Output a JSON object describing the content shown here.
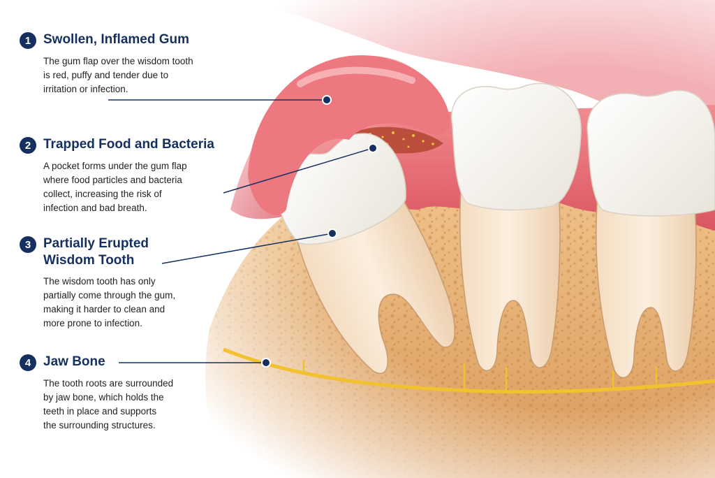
{
  "callouts": [
    {
      "number": "1",
      "title": "Swollen, Inflamed Gum",
      "description": "The gum flap over the wisdom tooth\nis red, puffy and tender due to\nirritation or infection."
    },
    {
      "number": "2",
      "title": "Trapped Food and Bacteria",
      "description": "A pocket forms under the gum flap\nwhere food particles and bacteria\ncollect, increasing the risk of\ninfection and bad breath."
    },
    {
      "number": "3",
      "title": "Partially Erupted\nWisdom Tooth",
      "description": "The wisdom tooth has only\npartially come through the gum,\nmaking it harder to clean and\nmore prone to infection."
    },
    {
      "number": "4",
      "title": "Jaw Bone",
      "description": "The tooth roots are surrounded\nby jaw bone, which holds the\nteeth in place and supports\nthe surrounding structures."
    }
  ],
  "colors": {
    "badge": "#15305f",
    "title": "#15305f",
    "leader_line": "#15305f",
    "gum": "#e8646e",
    "bone": "#e7b476",
    "tooth": "#fbf8f1",
    "nerve": "#f2c12e"
  }
}
